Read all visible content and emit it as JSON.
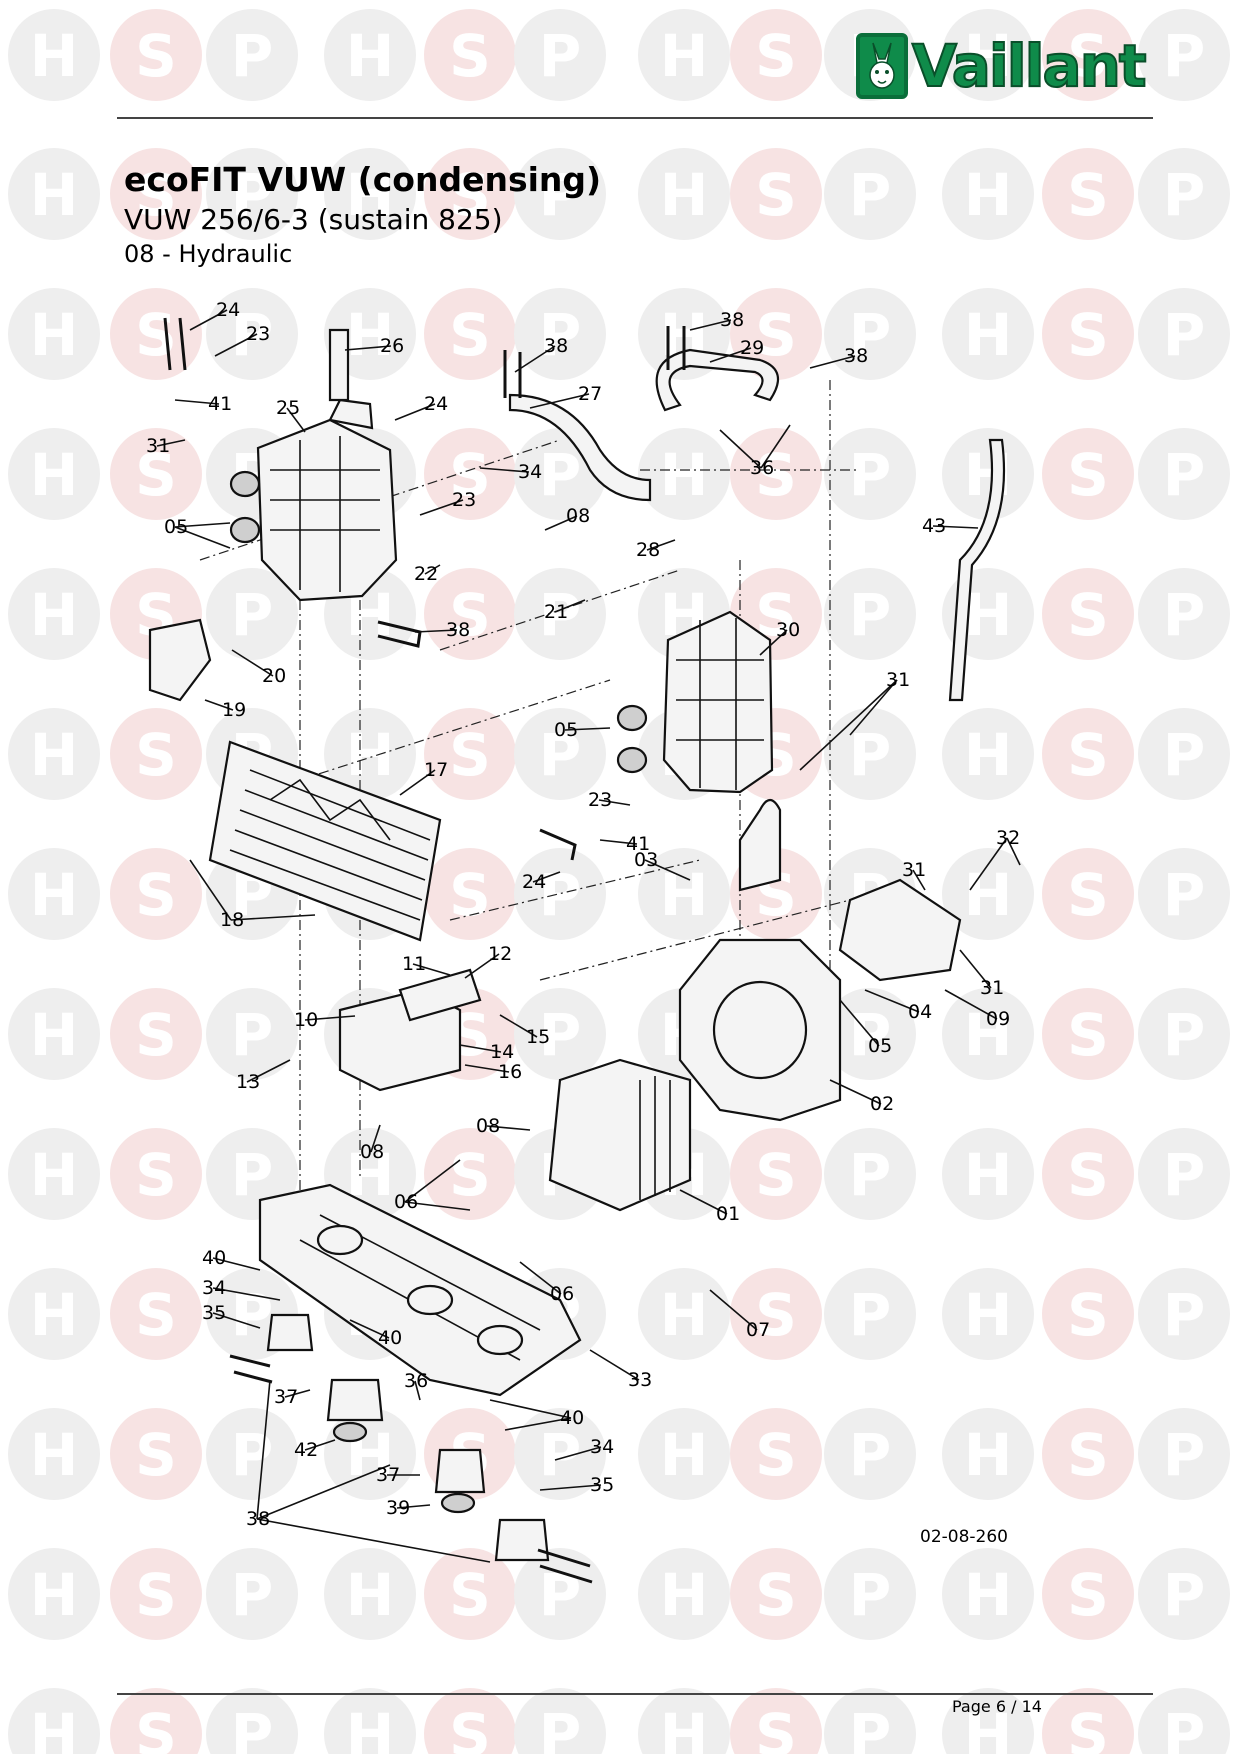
{
  "brand": {
    "name": "Vaillant",
    "color": "#0f8b4a",
    "icon": "hare-logo-icon"
  },
  "watermark": {
    "letters": [
      "H",
      "S",
      "P"
    ],
    "color": "#eeeeee",
    "accent": "#f7e3e3"
  },
  "document": {
    "title": "ecoFIT VUW (condensing)",
    "model": "VUW 256/6-3 (sustain 825)",
    "section": "08 - Hydraulic",
    "page": "Page 6 / 14"
  },
  "diagram": {
    "reference": "02-08-260",
    "callouts": [
      "24",
      "23",
      "26",
      "41",
      "25",
      "24",
      "38",
      "27",
      "38",
      "29",
      "38",
      "31",
      "34",
      "36",
      "23",
      "05",
      "08",
      "43",
      "28",
      "22",
      "21",
      "38",
      "30",
      "20",
      "19",
      "31",
      "05",
      "17",
      "23",
      "41",
      "32",
      "03",
      "31",
      "24",
      "18",
      "11",
      "12",
      "04",
      "31",
      "09",
      "10",
      "15",
      "05",
      "14",
      "13",
      "16",
      "02",
      "08",
      "08",
      "06",
      "01",
      "06",
      "40",
      "07",
      "34",
      "35",
      "40",
      "33",
      "36",
      "37",
      "40",
      "42",
      "34",
      "37",
      "35",
      "39",
      "38"
    ]
  }
}
